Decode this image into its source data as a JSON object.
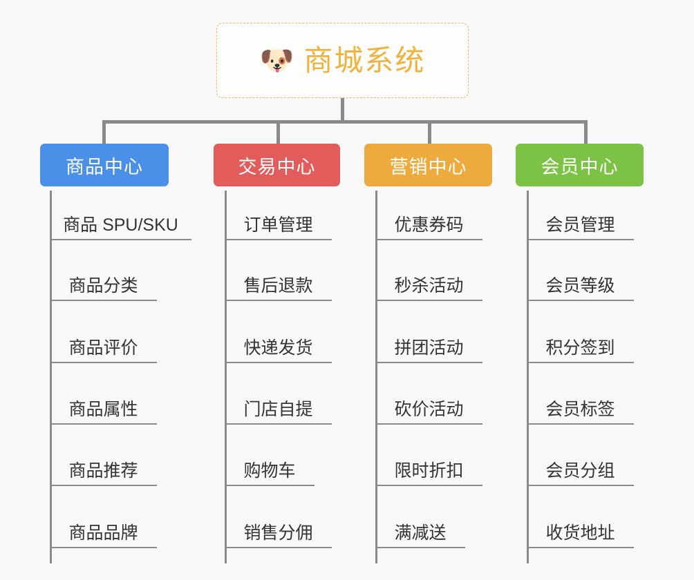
{
  "canvas": {
    "background": "#f8f8f8",
    "connector_color": "#8a8a8a"
  },
  "root": {
    "icon": "dog-face-emoji",
    "emoji": "🐶",
    "title": "商城系统",
    "border_color": "#e9b765",
    "text_color": "#f0b23c",
    "background": "#fdfdfc"
  },
  "columns": [
    {
      "id": "product-center",
      "label": "商品中心",
      "color": "#4a90e8",
      "items": [
        "商品 SPU/SKU",
        "商品分类",
        "商品评价",
        "商品属性",
        "商品推荐",
        "商品品牌"
      ]
    },
    {
      "id": "trade-center",
      "label": "交易中心",
      "color": "#e25c5c",
      "items": [
        "订单管理",
        "售后退款",
        "快递发货",
        "门店自提",
        "购物车",
        "销售分佣"
      ]
    },
    {
      "id": "marketing-center",
      "label": "营销中心",
      "color": "#eeab3d",
      "items": [
        "优惠券码",
        "秒杀活动",
        "拼团活动",
        "砍价活动",
        "限时折扣",
        "满减送"
      ]
    },
    {
      "id": "member-center",
      "label": "会员中心",
      "color": "#7cc244",
      "items": [
        "会员管理",
        "会员等级",
        "积分签到",
        "会员标签",
        "会员分组",
        "收货地址"
      ]
    }
  ]
}
